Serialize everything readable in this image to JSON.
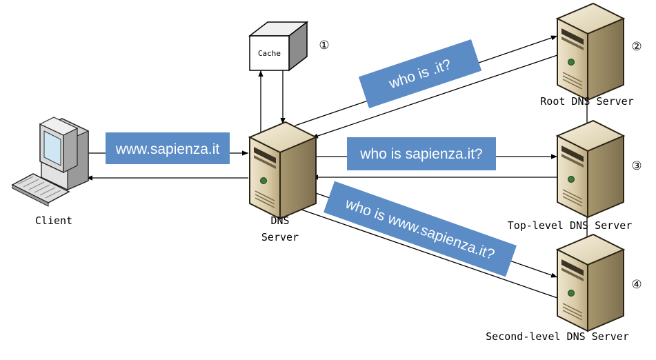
{
  "labels": {
    "client": "Client",
    "dns_server_line1": "DNS",
    "dns_server_line2": "Server",
    "cache": "Cache",
    "root": "Root DNS Server",
    "top_level": "Top-level DNS Server",
    "second_level": "Second-level DNS Server"
  },
  "steps": [
    "①",
    "②",
    "③",
    "④"
  ],
  "queries": {
    "client_query": "www.sapienza.it",
    "root_query": "who is .it?",
    "tld_query": "who is sapienza.it?",
    "sld_query": "who is www.sapienza.it?"
  },
  "colors": {
    "label_fill": "#5b8cc6",
    "server_body": "#d8ccb0",
    "line": "#000000"
  }
}
